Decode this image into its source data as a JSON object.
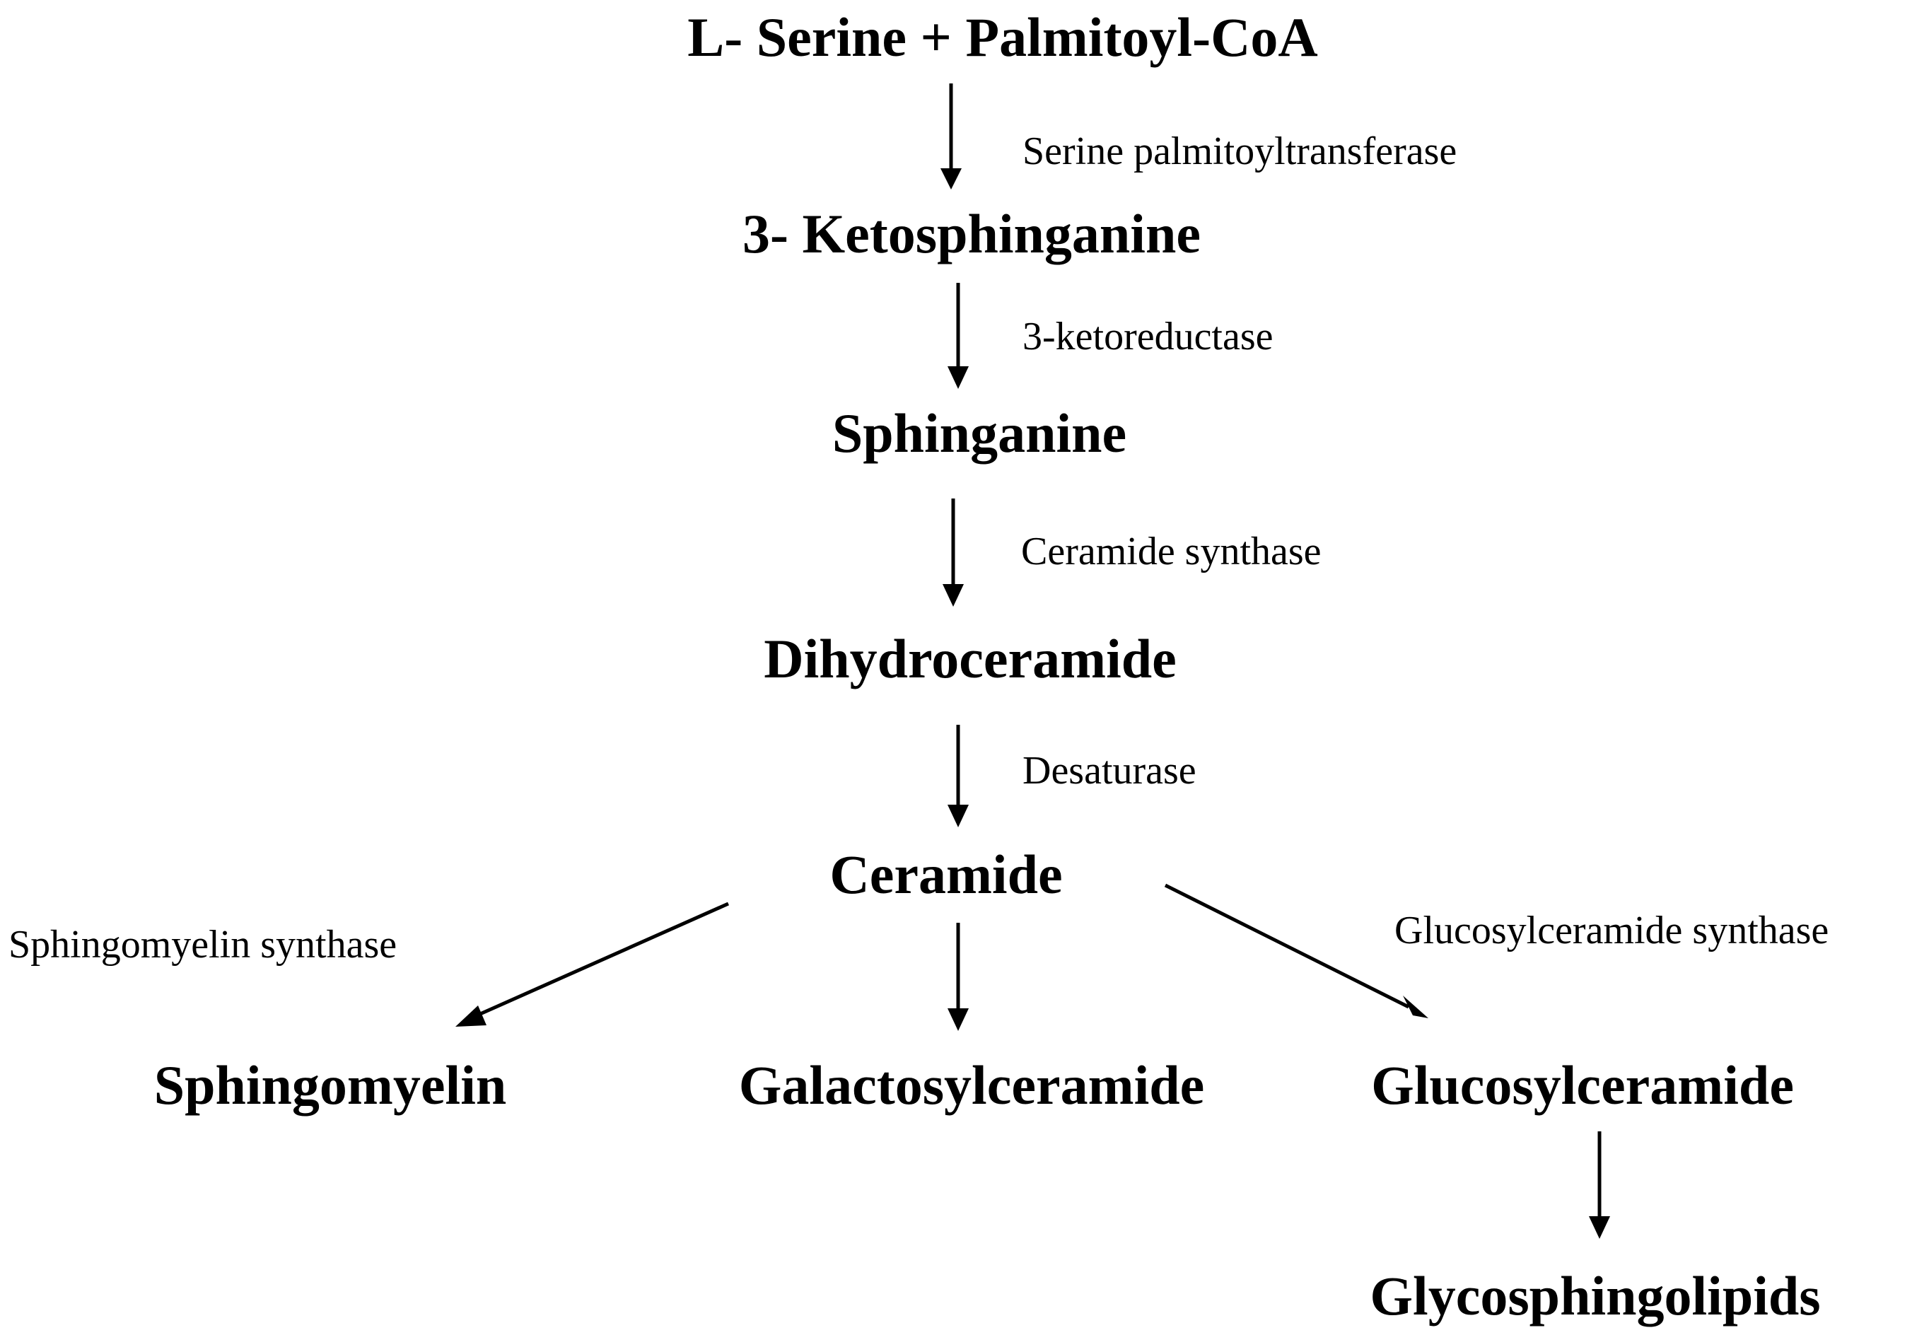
{
  "nodes": {
    "substrate": "L- Serine + Palmitoyl-CoA",
    "ketosphinganine": "3- Ketosphinganine",
    "sphinganine": "Sphinganine",
    "dihydroceramide": "Dihydroceramide",
    "ceramide": "Ceramide",
    "sphingomyelin": "Sphingomyelin",
    "galactosylceramide": "Galactosylceramide",
    "glucosylceramide": "Glucosylceramide",
    "glycosphingolipids": "Glycosphingolipids"
  },
  "enzymes": {
    "serine_palmitoyltransferase": "Serine palmitoyltransferase",
    "ketoreductase": "3-ketoreductase",
    "ceramide_synthase": "Ceramide synthase",
    "desaturase": "Desaturase",
    "sphingomyelin_synthase": "Sphingomyelin synthase",
    "glucosylceramide_synthase": "Glucosylceramide synthase"
  },
  "colors": {
    "text": "#000000",
    "arrow": "#000000",
    "background": "#ffffff"
  }
}
